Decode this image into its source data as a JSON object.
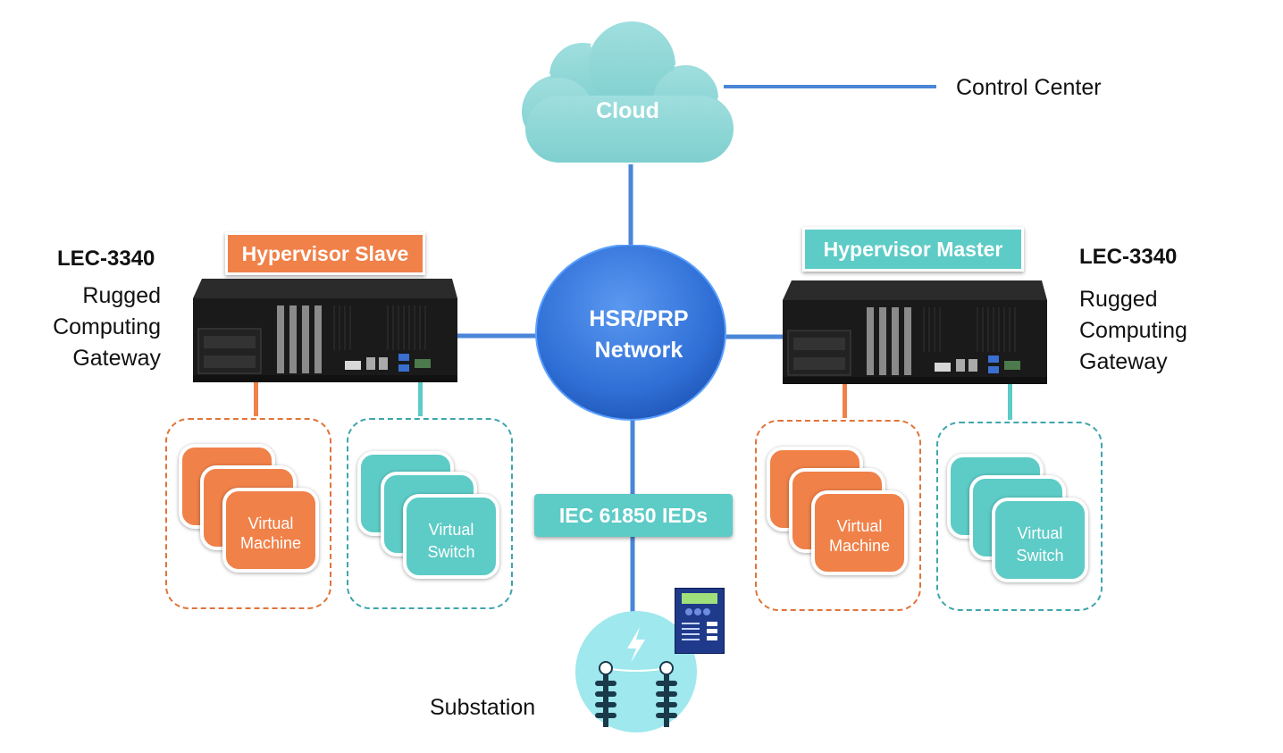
{
  "nodes": {
    "cloud": "Cloud",
    "control_center": "Control Center",
    "network_line1": "HSR/PRP",
    "network_line2": "Network",
    "ieds": "IEC 61850 IEDs",
    "substation": "Substation"
  },
  "left_gateway": {
    "model": "LEC-3340",
    "line1": "Rugged",
    "line2": "Computing",
    "line3": "Gateway",
    "role": "Hypervisor Slave",
    "vm_line1": "Virtual",
    "vm_line2": "Machine",
    "vs_line1": "Virtual",
    "vs_line2": "Switch"
  },
  "right_gateway": {
    "model": "LEC-3340",
    "line1": "Rugged",
    "line2": "Computing",
    "line3": "Gateway",
    "role": "Hypervisor Master",
    "vm_line1": "Virtual",
    "vm_line2": "Machine",
    "vs_line1": "Virtual",
    "vs_line2": "Switch"
  },
  "colors": {
    "link": "#4a86d8",
    "orange": "#f08149",
    "teal": "#5dcbc6",
    "cloud": "#8fd6d6",
    "network": "#2f6fd6"
  },
  "icons": [
    "cloud-icon",
    "server-icon",
    "lightning-icon",
    "insulator-icon",
    "relay-device-icon"
  ]
}
